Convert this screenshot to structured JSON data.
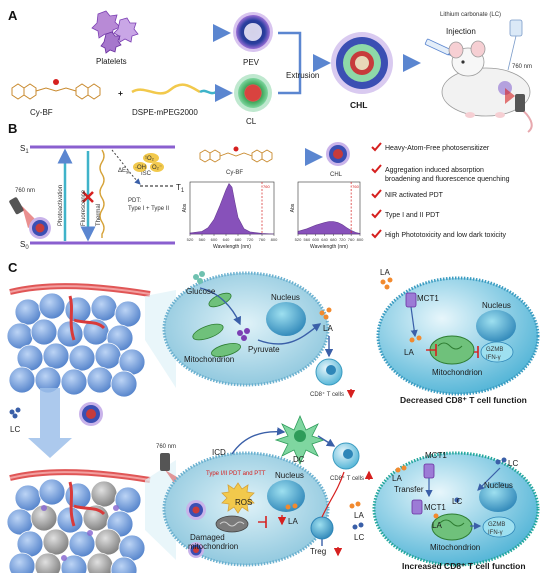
{
  "panels": {
    "a": "A",
    "b": "B",
    "c": "C"
  },
  "panel_a": {
    "platelets": "Platelets",
    "pev": "PEV",
    "cy_bf": "Cy-BF",
    "plus": "+",
    "dspe": "DSPE-mPEG2000",
    "cl": "CL",
    "extrusion": "Extrusion",
    "chl": "CHL",
    "lc": "Lithium carbonate (LC)",
    "injection": "Injection",
    "nm": "760 nm"
  },
  "panel_b": {
    "s1": "S",
    "s1_sub": "1",
    "s0": "S",
    "s0_sub": "0",
    "t1": "T",
    "t1_sub": "1",
    "photoactivation": "Photoactivation",
    "fluorescence": "Fluorescence",
    "thermal": "Thermal",
    "isc": "ISC",
    "delta_e": "ΔE",
    "delta_e_sub": "st",
    "o2": "¹O₂",
    "oh": "·OH",
    "o2minus": "O₂⁻",
    "pdt": "PDT:",
    "pdt_types": "Type I + Type II",
    "nm": "760 nm",
    "cy_bf": "Cy-BF",
    "chl": "CHL",
    "features": [
      "Heavy-Atom-Free photosensitizer",
      "Aggregation induced absorption",
      "broadening and fluorescence quenching",
      "NIR activated PDT",
      "Type I and II PDT",
      "High Phototoxicity and low dark toxicity"
    ]
  },
  "panel_c": {
    "glucose": "Glucose",
    "nucleus": "Nucleus",
    "mitochondrion": "Mitochondrion",
    "pyruvate": "Pyruvate",
    "la": "LA",
    "cd8": "CD8⁺ T cells",
    "mct1": "MCT1",
    "gzmb": "GZMB",
    "ifn": "IFN-γ",
    "decreased": "Decreased CD8⁺ T cell function",
    "increased": "Increased CD8⁺ T cell function",
    "lc": "LC",
    "nm": "760 nm",
    "icd": "ICD",
    "dc": "DC",
    "pdt_ptt": "Type I/II PDT and PTT",
    "ros": "ROS",
    "damaged": "Damaged",
    "damaged2": "mitochondrion",
    "treg": "Treg",
    "transfer": "Transfer"
  },
  "chart_data": [
    {
      "type": "area",
      "title": "",
      "xlabel": "Wavelength (nm)",
      "ylabel": "Abs",
      "xlim": [
        520,
        800
      ],
      "x_ticks": [
        520,
        560,
        600,
        640,
        680,
        720,
        760,
        800
      ],
      "marker_line": {
        "x": 760,
        "label": "760"
      },
      "series": [
        {
          "x": [
            520,
            560,
            580,
            600,
            620,
            640,
            650,
            660,
            670,
            680,
            700,
            720,
            760,
            800
          ],
          "values": [
            0.02,
            0.05,
            0.12,
            0.28,
            0.55,
            0.85,
            0.97,
            0.9,
            0.6,
            0.32,
            0.1,
            0.04,
            0.01,
            0.0
          ]
        }
      ]
    },
    {
      "type": "area",
      "title": "",
      "xlabel": "Wavelength (nm)",
      "ylabel": "Abs",
      "xlim": [
        520,
        800
      ],
      "x_ticks": [
        520,
        560,
        600,
        640,
        680,
        720,
        760,
        800
      ],
      "marker_line": {
        "x": 760,
        "label": "760"
      },
      "series": [
        {
          "x": [
            520,
            560,
            600,
            640,
            660,
            680,
            700,
            720,
            740,
            760,
            780,
            800
          ],
          "values": [
            0.05,
            0.1,
            0.17,
            0.22,
            0.24,
            0.24,
            0.22,
            0.18,
            0.12,
            0.07,
            0.03,
            0.01
          ]
        }
      ]
    }
  ],
  "colors": {
    "purple": "#7b3fb3",
    "light_purple": "#c9a6e6",
    "cell_blue": "#6e9bd8",
    "cyan": "#3fb3c9",
    "red": "#d6201f",
    "orange": "#f28a2e",
    "teal": "#22a69a"
  }
}
